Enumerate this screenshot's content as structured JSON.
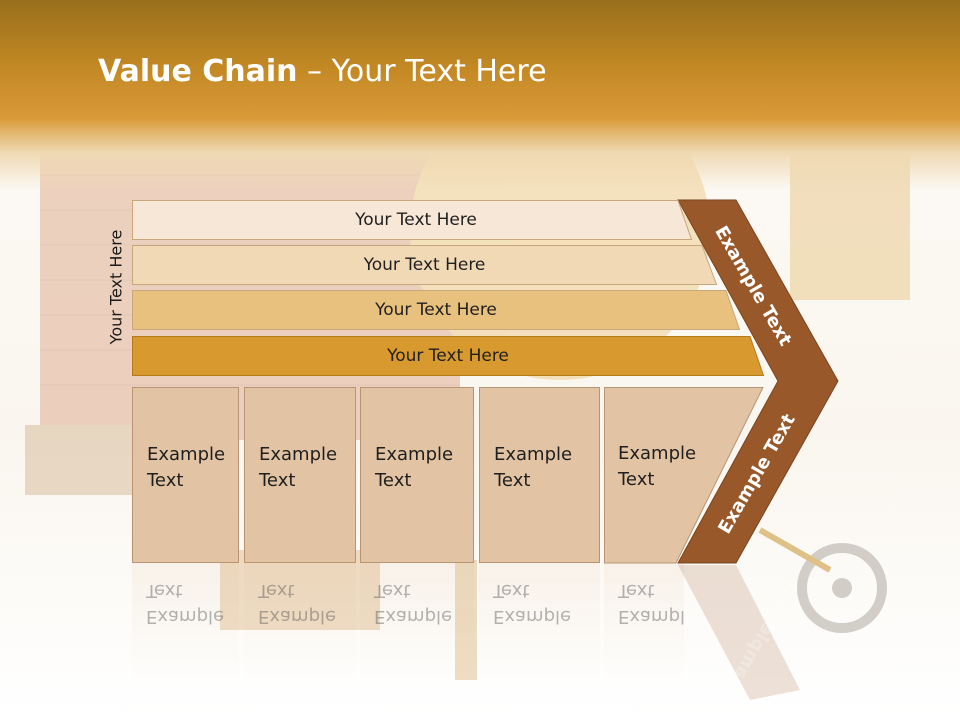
{
  "title": {
    "bold": "Value Chain",
    "rest": " – Your Text Here"
  },
  "vertical_label": "Your Text Here",
  "bars": [
    {
      "label": "Your Text Here",
      "color": "#f6e7d6"
    },
    {
      "label": "Your Text Here",
      "color": "#f2d9b6"
    },
    {
      "label": "Your Text Here",
      "color": "#e9c17f"
    },
    {
      "label": "Your Text Here",
      "color": "#d8992e"
    }
  ],
  "boxes": [
    {
      "label": "Example\nText"
    },
    {
      "label": "Example\nText"
    },
    {
      "label": "Example\nText"
    },
    {
      "label": "Example\nText"
    },
    {
      "label": "Example\nText"
    }
  ],
  "chevron": {
    "upper_label": "Example Text",
    "lower_label": "Example Text",
    "color": "#99582a"
  },
  "colors": {
    "header": "#c28824",
    "box_fill": "#e2c3a3",
    "box_border": "#b99573"
  }
}
